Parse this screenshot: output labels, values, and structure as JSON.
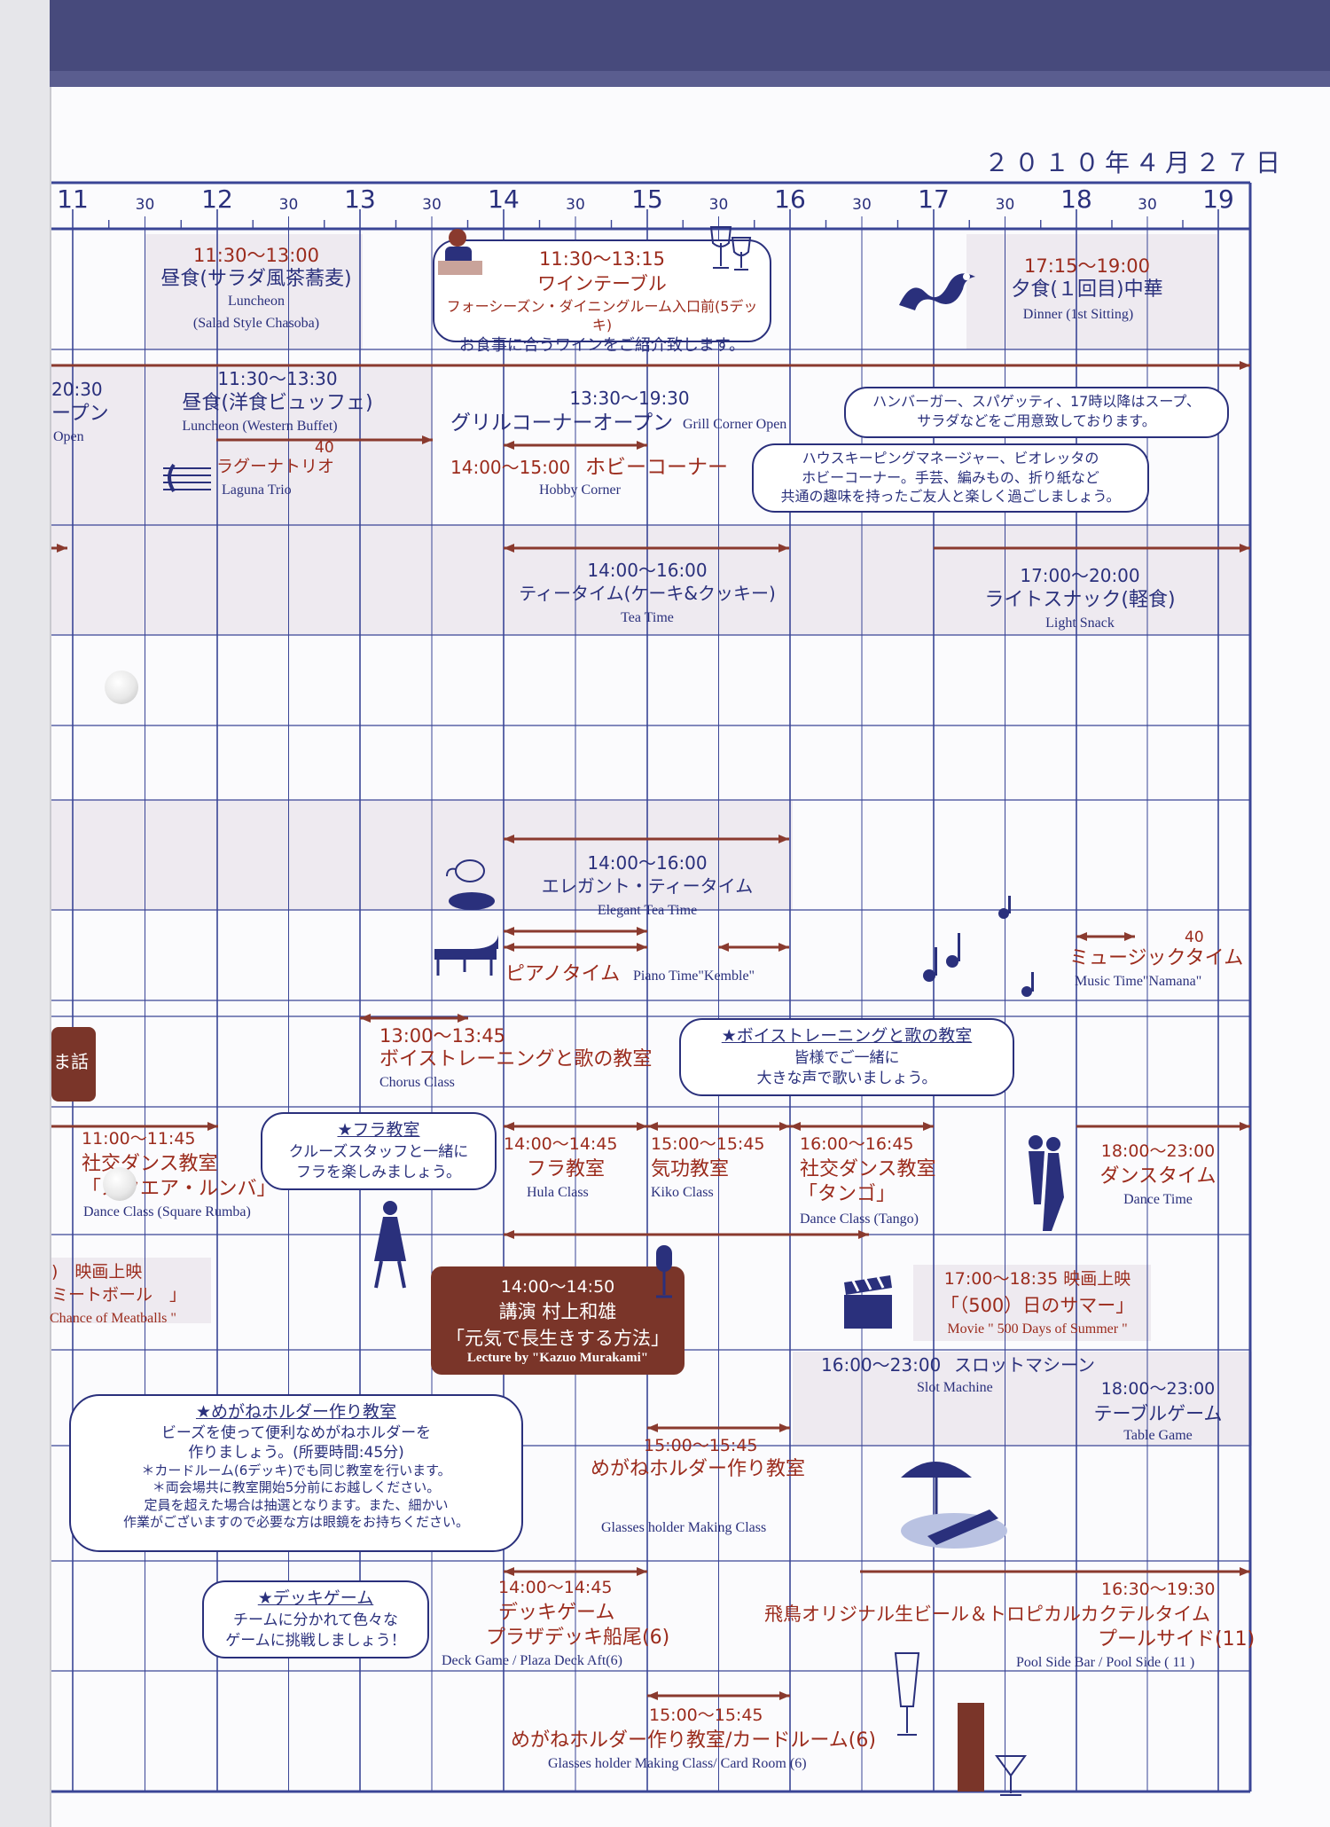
{
  "date": "２０１０年４月２７日",
  "hours": [
    "11",
    "12",
    "13",
    "14",
    "15",
    "16",
    "17",
    "18",
    "19"
  ],
  "half": "30",
  "colors": {
    "grid": "#3a4596",
    "accent": "#9b2b1c",
    "arrow": "#8a3a2e",
    "band": "#474a7c"
  },
  "events": {
    "lunch_soba": {
      "time": "11:30～13:00",
      "jp": "昼食(サラダ風茶蕎麦)",
      "en1": "Luncheon",
      "en2": "(Salad Style Chasoba)"
    },
    "wine": {
      "time": "11:30～13:15",
      "jp": "ワインテーブル",
      "loc": "フォーシーズン・ダイニングルーム入口前(5デッキ)",
      "desc": "お食事に合うワインをご紹介致します。"
    },
    "dinner": {
      "time": "17:15～19:00",
      "jp": "夕食(１回目)中華",
      "en": "Dinner (1st Sitting)"
    },
    "left_open": {
      "time": "20:30",
      "jp": "ープン",
      "en": "Open"
    },
    "lunch_buffet": {
      "time": "11:30～13:30",
      "jp": "昼食(洋食ビュッフェ)",
      "en": "Luncheon (Western Buffet)"
    },
    "grill": {
      "time": "13:30～19:30",
      "jp": "グリルコーナーオープン",
      "en": "Grill Corner Open"
    },
    "grill_bubble": {
      "l1": "ハンバーガー、スパゲッティ、17時以降はスープ、",
      "l2": "サラダなどをご用意致しております。"
    },
    "laguna": {
      "min": "40",
      "jp": "ラグーナトリオ",
      "en": "Laguna Trio"
    },
    "hobby": {
      "time": "14:00～15:00",
      "jp": "ホビーコーナー",
      "en": "Hobby Corner"
    },
    "hobby_bubble": {
      "l1": "ハウスキーピングマネージャー、ビオレッタの",
      "l2": "ホビーコーナー。手芸、編みもの、折り紙など",
      "l3": "共通の趣味を持ったご友人と楽しく過ごしましょう。"
    },
    "tea": {
      "time": "14:00～16:00",
      "jp": "ティータイム(ケーキ&クッキー)",
      "en": "Tea Time"
    },
    "snack": {
      "time": "17:00～20:00",
      "jp": "ライトスナック(軽食)",
      "en": "Light Snack"
    },
    "elegant": {
      "time": "14:00～16:00",
      "jp": "エレガント・ティータイム",
      "en": "Elegant Tea Time"
    },
    "piano": {
      "jp": "ピアノタイム",
      "en": "Piano Time\"Kemble\""
    },
    "music": {
      "min": "40",
      "jp": "ミュージックタイム",
      "en": "Music Time\"Namana\""
    },
    "talk_tag": "ま話",
    "chorus": {
      "time": "13:00～13:45",
      "jp": "ボイストレーニングと歌の教室",
      "en": "Chorus Class"
    },
    "chorus_bubble": {
      "head": "★ボイストレーニングと歌の教室",
      "l1": "皆様でご一緒に",
      "l2": "大きな声で歌いましょう。"
    },
    "dance1": {
      "time": "11:00～11:45",
      "jp1": "社交ダンス教室",
      "jp2": "「スクエア・ルンバ」",
      "en": "Dance Class (Square Rumba)"
    },
    "hula_bubble": {
      "head": "★フラ教室",
      "l1": "クルーズスタッフと一緒に",
      "l2": "フラを楽しみましょう。"
    },
    "hula": {
      "time": "14:00～14:45",
      "jp": "フラ教室",
      "en": "Hula Class"
    },
    "kiko": {
      "time": "15:00～15:45",
      "jp": "気功教室",
      "en": "Kiko Class"
    },
    "tango": {
      "time": "16:00～16:45",
      "jp1": "社交ダンス教室",
      "jp2": "「タンゴ」",
      "en": "Dance Class (Tango)"
    },
    "dancetime": {
      "time": "18:00～23:00",
      "jp": "ダンスタイム",
      "en": "Dance Time"
    },
    "movie1": {
      "l1": ")　映画上映",
      "l2": "ミートボール　」",
      "en": "Chance of Meatballs \""
    },
    "lecture": {
      "time": "14:00～14:50",
      "l1": "講演 村上和雄",
      "l2": "「元気で長生きする方法」",
      "en": "Lecture by \"Kazuo Murakami\""
    },
    "movie2": {
      "l1": "17:00～18:35  映画上映",
      "l2": "「（500）日のサマー」",
      "en": "Movie \" 500 Days of Summer \""
    },
    "slot": {
      "time": "16:00～23:00",
      "jp": "スロットマシーン",
      "en": "Slot Machine"
    },
    "table": {
      "time": "18:00～23:00",
      "jp": "テーブルゲーム",
      "en": "Table Game"
    },
    "glasses_bubble": {
      "head": "★めがねホルダー作り教室",
      "l1": "ビーズを使って便利なめがねホルダーを",
      "l2": "作りましょう。(所要時間:45分)",
      "l3": "＊カードルーム(6デッキ)でも同じ教室を行います。",
      "l4": "＊両会場共に教室開始5分前にお越しください。",
      "l5": "定員を超えた場合は抽選となります。また、細かい",
      "l6": "作業がございますので必要な方は眼鏡をお持ちください。"
    },
    "glasses1": {
      "time": "15:00～15:45",
      "jp": "めがねホルダー作り教室",
      "en": "Glasses holder Making Class"
    },
    "deck_bubble": {
      "head": "★デッキゲーム",
      "l1": "チームに分かれて色々な",
      "l2": "ゲームに挑戦しましょう！"
    },
    "deck": {
      "time": "14:00～14:45",
      "jp1": "デッキゲーム",
      "jp2": "プラザデッキ船尾(6)",
      "en": "Deck Game / Plaza Deck Aft(6)"
    },
    "beer": {
      "time": "16:30～19:30",
      "jp1": "飛鳥オリジナル生ビール＆トロピカルカクテルタイム",
      "jp2": "プールサイド(11)",
      "en": "Pool Side Bar / Pool Side ( 11 )"
    },
    "glasses2": {
      "time": "15:00～15:45",
      "jp": "めがねホルダー作り教室/カードルーム(6)",
      "en": "Glasses holder Making Class/ Card Room (6)"
    }
  }
}
